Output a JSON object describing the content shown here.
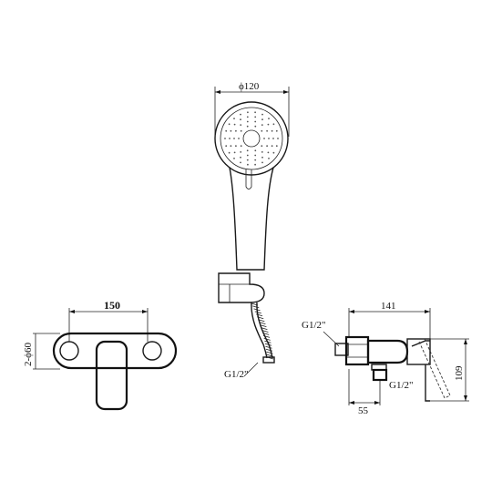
{
  "dimensions": {
    "showerhead_diameter": "ϕ120",
    "mixer_width": "150",
    "mixer_holes": "2-ϕ60",
    "hose_thread": "G1/2\"",
    "side_depth": "141",
    "side_inlet_thread": "G1/2\"",
    "side_outlet_thread": "G1/2\"",
    "side_offset": "55",
    "side_height": "109"
  }
}
